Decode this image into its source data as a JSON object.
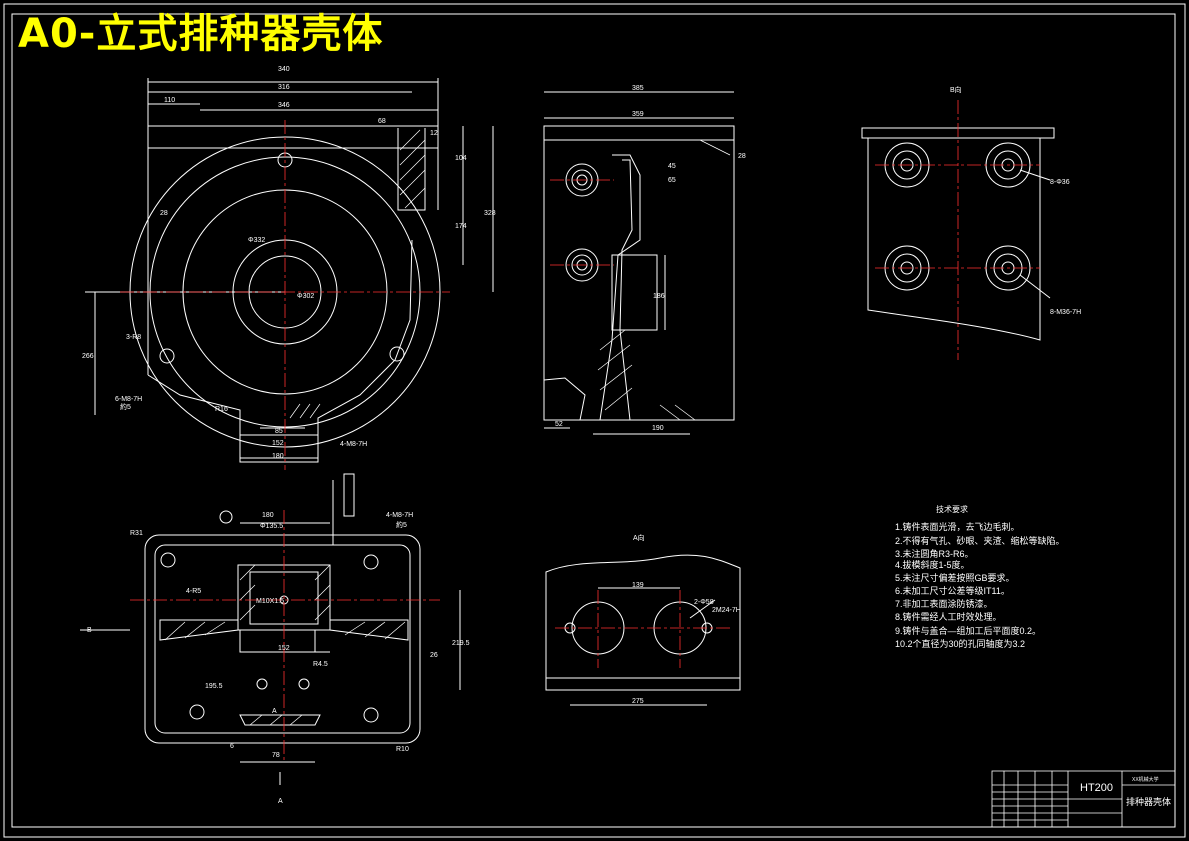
{
  "drawing": {
    "title": "A0-立式排种器壳体",
    "colors": {
      "background": "#000000",
      "line": "#ffffff",
      "center_line": "#ff3030",
      "title_text": "#ffff00"
    }
  },
  "front_view": {
    "dims": {
      "d340": "340",
      "d316": "316",
      "d110": "110",
      "d346": "346",
      "d68": "68",
      "d12": "12",
      "d104": "104",
      "d328": "328",
      "d28": "28",
      "d174": "174",
      "dia332": "Φ332",
      "dia302": "Φ302",
      "holes": "3-R8",
      "d266": "266",
      "thread": "6-M8-7H",
      "depth": "約5",
      "r16": "R16",
      "d85": "85",
      "d152": "152",
      "thread2": "4-M8-7H",
      "d180": "180"
    }
  },
  "side_view": {
    "dims": {
      "d385": "385",
      "d359": "359",
      "d28": "28",
      "d45": "45",
      "d65": "65",
      "d186": "186",
      "d52": "52",
      "d190": "190"
    }
  },
  "view_b": {
    "label": "B向",
    "dims": {
      "holes": "8-Φ36",
      "thread": "8-M36-7H"
    }
  },
  "top_view": {
    "label": "B",
    "dims": {
      "d180": "180",
      "dia135": "Φ135.5",
      "thread": "4-M8-7H",
      "depth": "約5",
      "r31": "R31",
      "r5": "4-R5",
      "m10": "M10X1.5",
      "d152": "152",
      "d2195": "219.5",
      "d26": "26",
      "r45": "R4.5",
      "d1955": "195.5",
      "d78": "78",
      "d6": "6",
      "r10": "R10",
      "a": "A",
      "a_bottom": "A"
    }
  },
  "view_a": {
    "label": "A向",
    "dims": {
      "d139": "139",
      "d275": "275",
      "holes": "2-Φ58",
      "thread": "2M24-7H"
    }
  },
  "tech_req": {
    "heading": "技术要求",
    "items": [
      "1.铸件表面光滑，去飞边毛刺。",
      "2.不得有气孔、砂眼、夹渣、缩松等缺陷。",
      "3.未注圆角R3-R6。",
      "4.拔模斜度1-5度。",
      "5.未注尺寸偏差按照GB要求。",
      "6.未加工尺寸公差等级IT11。",
      "7.非加工表面涂防锈漆。",
      "8.铸件需经人工时效处理。",
      "9.铸件与盖合—组加工后平面度0.2。",
      "10.2个直径为30的孔同轴度为3.2"
    ]
  },
  "title_block": {
    "material": "HT200",
    "part_name": "排种器壳体",
    "org": "XX机械大学"
  }
}
